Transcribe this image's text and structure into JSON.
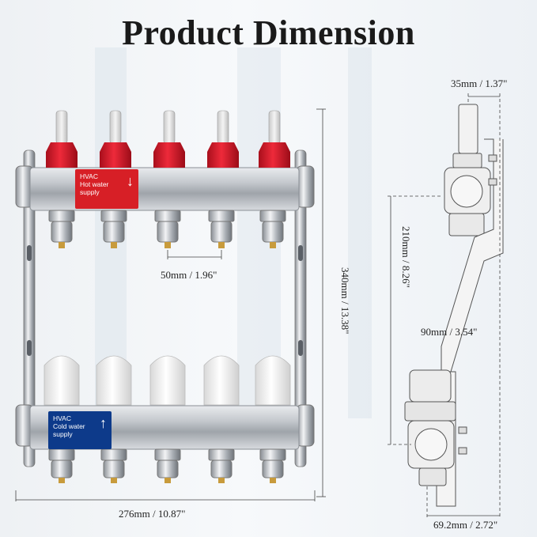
{
  "title": "Product Dimension",
  "dimensions": {
    "top_width": "35mm / 1.37\"",
    "side_height": "210mm / 8.26\"",
    "side_depth": "90mm / 3.54\"",
    "bottom_width": "69.2mm / 2.72\"",
    "port_spacing": "50mm / 1.96\"",
    "total_height": "340mm / 13.38\"",
    "total_width": "276mm / 10.87\""
  },
  "hot_label": {
    "line1": "HVAC",
    "line2": "Hot water",
    "line3": "supply",
    "color": "#d71f26"
  },
  "cold_label": {
    "line1": "HVAC",
    "line2": "Cold water",
    "line3": "supply",
    "color": "#0d3a8a"
  },
  "colors": {
    "flow_meter_red": "#d9182b",
    "cap_white": "#f5f5f5",
    "steel": "#b9bdc2"
  }
}
